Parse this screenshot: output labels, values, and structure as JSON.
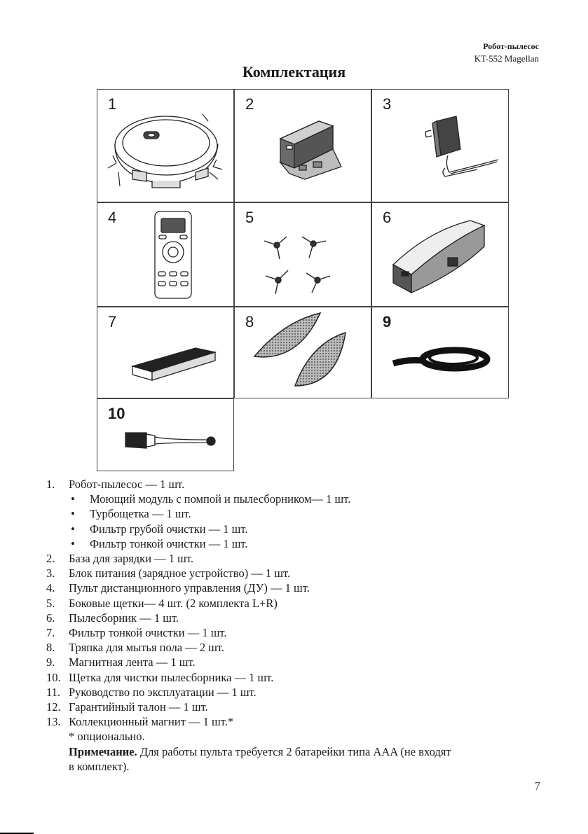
{
  "header": {
    "product": "Робот-пылесос",
    "model": "KT-552 Magellan"
  },
  "title": "Комплектация",
  "figures": [
    {
      "num": "1",
      "icon": "robot-vacuum-icon"
    },
    {
      "num": "2",
      "icon": "charging-base-icon"
    },
    {
      "num": "3",
      "icon": "power-adapter-icon"
    },
    {
      "num": "4",
      "icon": "remote-control-icon"
    },
    {
      "num": "5",
      "icon": "side-brushes-icon"
    },
    {
      "num": "6",
      "icon": "dust-container-icon"
    },
    {
      "num": "7",
      "icon": "fine-filter-icon"
    },
    {
      "num": "8",
      "icon": "mop-cloths-icon"
    },
    {
      "num": "9",
      "icon": "magnetic-tape-icon"
    },
    {
      "num": "10",
      "icon": "cleaning-brush-icon"
    }
  ],
  "items": [
    {
      "num": "1.",
      "text": "Робот-пылесос — 1 шт."
    },
    {
      "num": "2.",
      "text": "База для зарядки — 1 шт."
    },
    {
      "num": "3.",
      "text": "Блок питания (зарядное устройство) — 1 шт."
    },
    {
      "num": "4.",
      "text": "Пульт дистанционного управления (ДУ) — 1 шт."
    },
    {
      "num": "5.",
      "text": "Боковые щетки— 4 шт. (2 комплекта L+R)"
    },
    {
      "num": "6.",
      "text": "Пылесборник — 1 шт."
    },
    {
      "num": "7.",
      "text": "Фильтр тонкой очистки — 1 шт."
    },
    {
      "num": "8.",
      "text": "Тряпка для мытья пола — 2 шт."
    },
    {
      "num": "9.",
      "text": "Магнитная лента — 1 шт."
    },
    {
      "num": "10.",
      "text": "Щетка для чистки пылесборника — 1 шт."
    },
    {
      "num": "11.",
      "text": "Руководство по эксплуатации — 1 шт."
    },
    {
      "num": "12.",
      "text": "Гарантийный талон — 1 шт."
    },
    {
      "num": "13.",
      "text": "Коллекционный магнит — 1 шт.*"
    }
  ],
  "subitems": [
    "Моющий модуль с помпой и пылесборником— 1 шт.",
    "Турбощетка — 1 шт.",
    "Фильтр грубой очистки — 1 шт.",
    "Фильтр тонкой очистки — 1 шт."
  ],
  "bullet": "•",
  "optional_note": "* опционально.",
  "note": {
    "label": "Примечание.",
    "text": " Для работы пульта требуется 2 батарейки типа AAA (не входят",
    "text2": "в комплект)."
  },
  "page_number": "7"
}
